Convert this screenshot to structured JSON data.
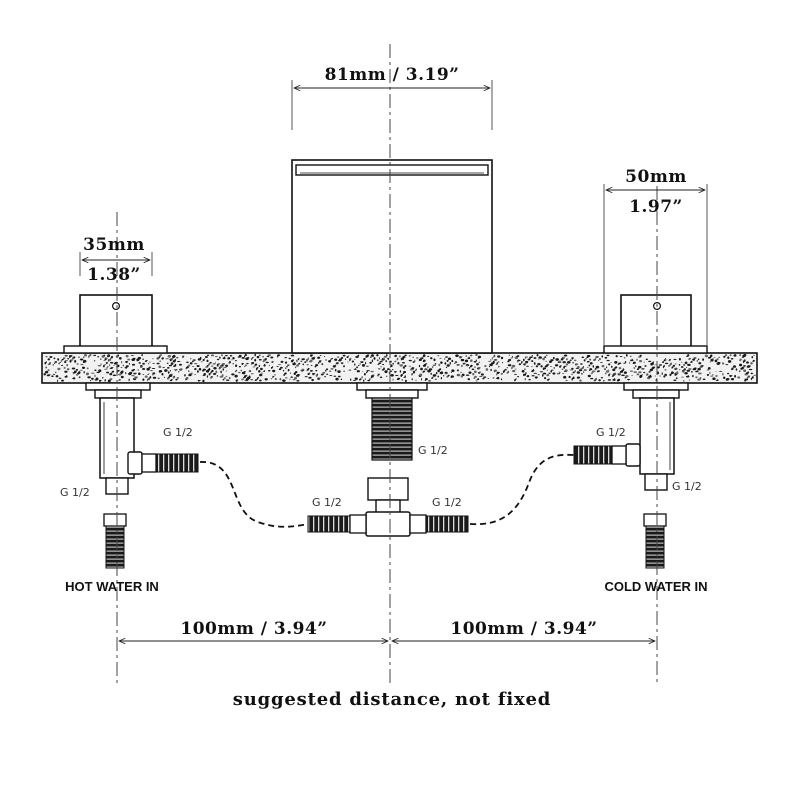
{
  "dimensions": {
    "spout_width": "81mm / 3.19”",
    "handle_left_mm": "35mm",
    "handle_left_in": "1.38”",
    "handle_right_mm": "50mm",
    "handle_right_in": "1.97”",
    "spacing_left": "100mm / 3.94”",
    "spacing_right": "100mm / 3.94”"
  },
  "fittings": {
    "left_side": "G 1/2",
    "left_bottom": "G 1/2",
    "center_top": "G 1/2",
    "tee_left": "G 1/2",
    "tee_right": "G 1/2",
    "right_side": "G 1/2",
    "right_bottom": "G 1/2"
  },
  "inlets": {
    "hot": "HOT WATER IN",
    "cold": "COLD WATER IN"
  },
  "note": "suggested distance, not fixed"
}
